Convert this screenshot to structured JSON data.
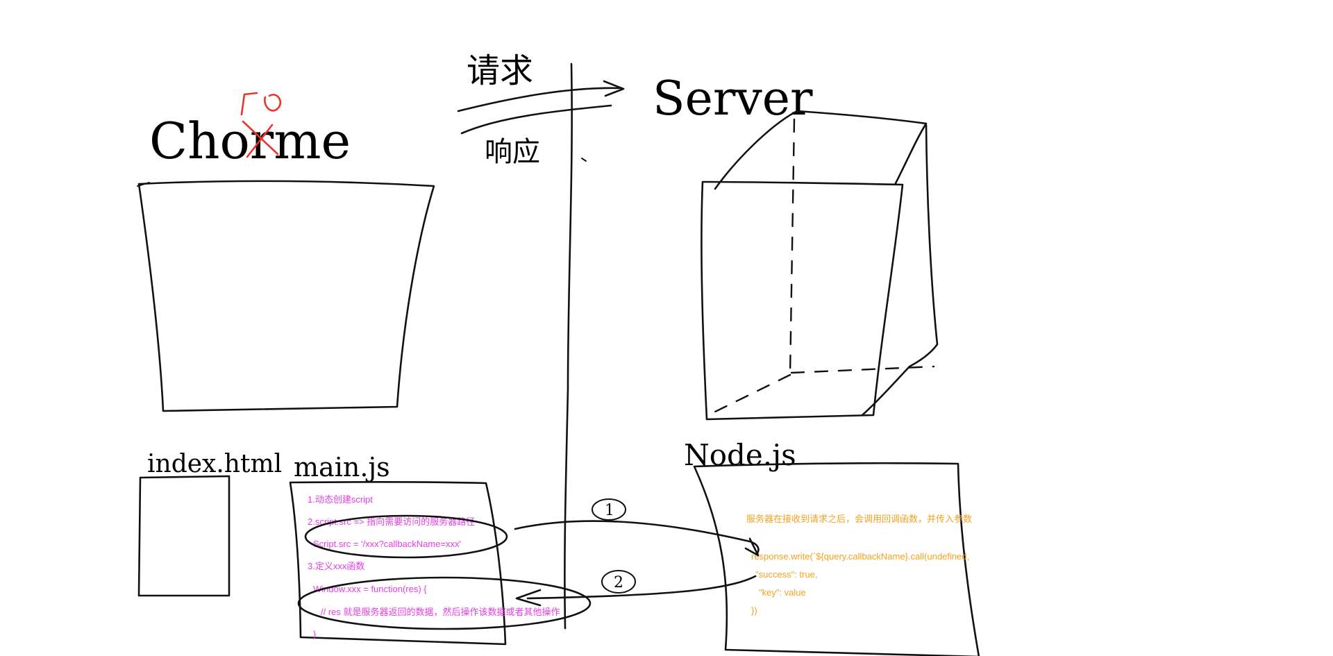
{
  "colors": {
    "ink": "#111111",
    "correction": "#e8342b",
    "client_code": "#e63ee6",
    "server_code": "#f5a21e"
  },
  "labels": {
    "request": "请求",
    "response": "响应",
    "server": "Server",
    "browser": "Chorme",
    "index_file": "index.html",
    "main_file": "main.js",
    "node_file": "Node.js",
    "step_one": "1",
    "step_two": "2"
  },
  "client_code": {
    "line1": "1.动态创建script",
    "line2": "2.script.src => 指向需要访问的服务器路径",
    "line3": "Script.src = '/xxx?callbackName=xxx'",
    "line4": "3.定义xxx函数",
    "line5": "Window.xxx = function(res) {",
    "line6": "// res 就是服务器返回的数据，然后操作该数据或者其他操作",
    "line7": "}"
  },
  "server_code": {
    "note": "服务器在接收到请求之后，会调用回调函数，并传入参数",
    "line1": "response.write(`${query.callbackName}.call(undefined,",
    "line2": "\"success\": true,",
    "line3": "\"key\": value",
    "line4": "})"
  }
}
